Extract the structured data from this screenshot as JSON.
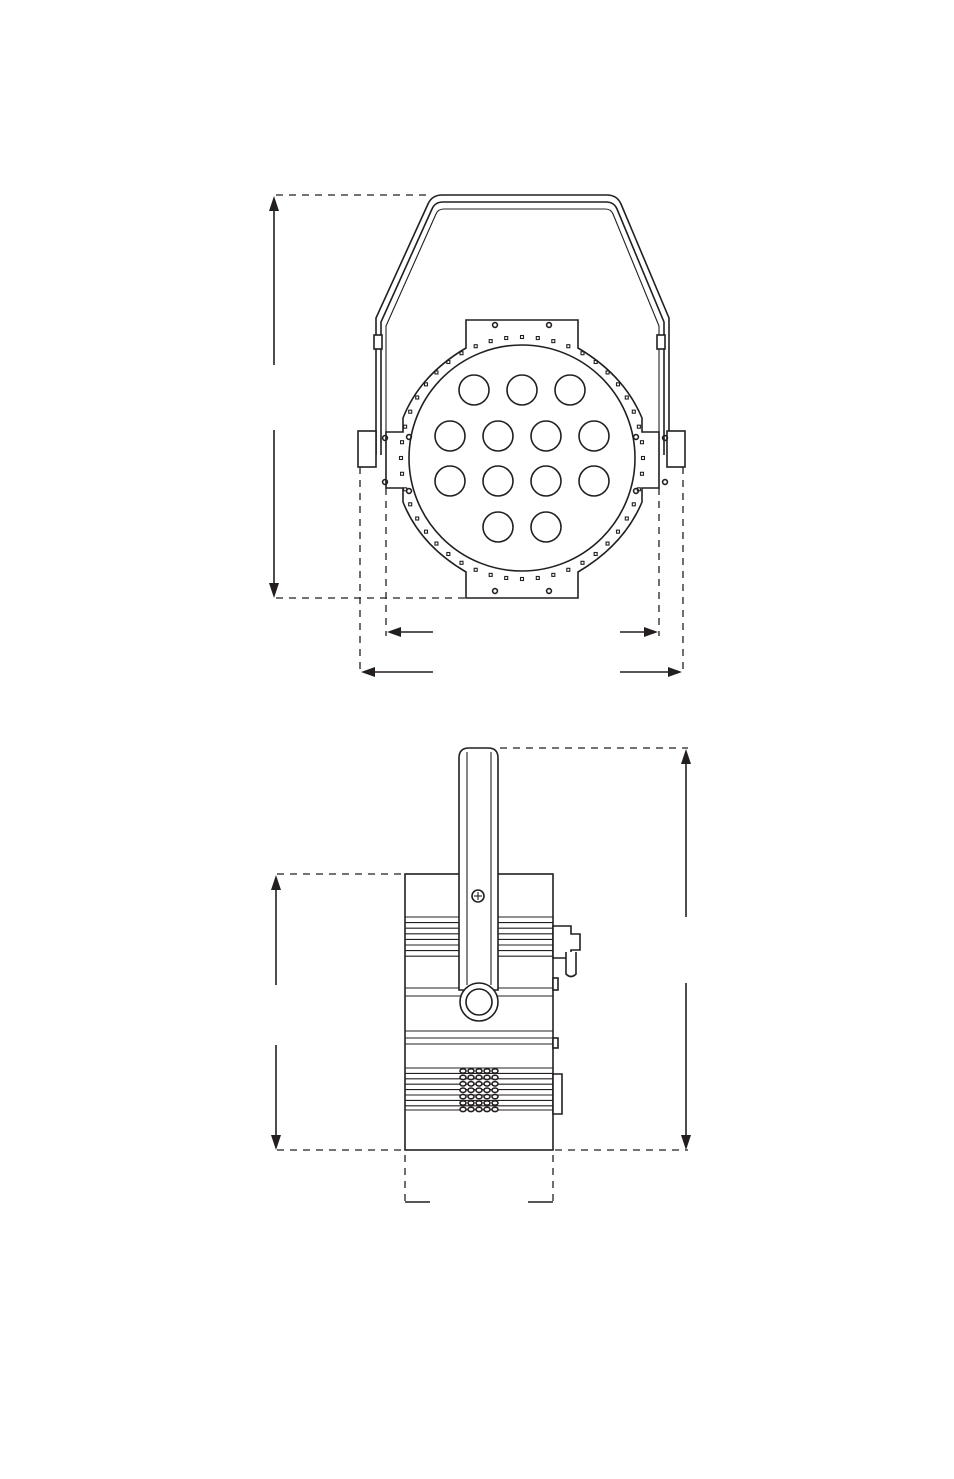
{
  "figure": {
    "views": [
      "front-view",
      "side-view"
    ],
    "front_view": {
      "led_count": 13,
      "led_rows": [
        3,
        4,
        4,
        2
      ]
    },
    "side_view": {
      "vent_grid": {
        "rows": 7,
        "cols": 5
      }
    }
  },
  "colors": {
    "line": "#231f20",
    "background": "#ffffff"
  }
}
